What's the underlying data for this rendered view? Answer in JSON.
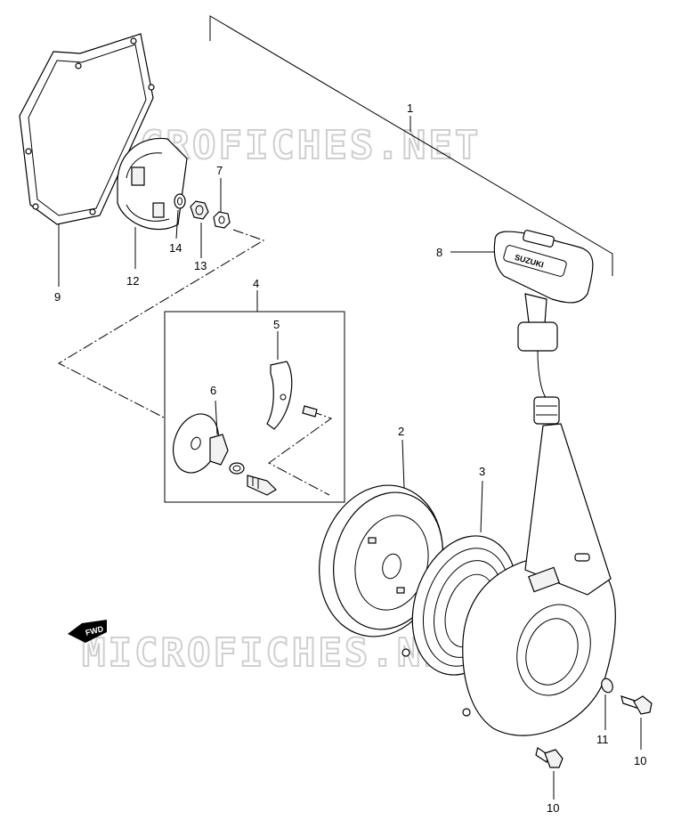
{
  "watermark": "MICROFICHES.NET",
  "fwd_label": "FWD",
  "handle_brand": "SUZUKI",
  "callouts": {
    "c1": "1",
    "c2": "2",
    "c3": "3",
    "c4": "4",
    "c5": "5",
    "c6": "6",
    "c7": "7",
    "c8": "8",
    "c9": "9",
    "c10a": "10",
    "c10b": "10",
    "c11": "11",
    "c12": "12",
    "c13": "13",
    "c14": "14"
  }
}
